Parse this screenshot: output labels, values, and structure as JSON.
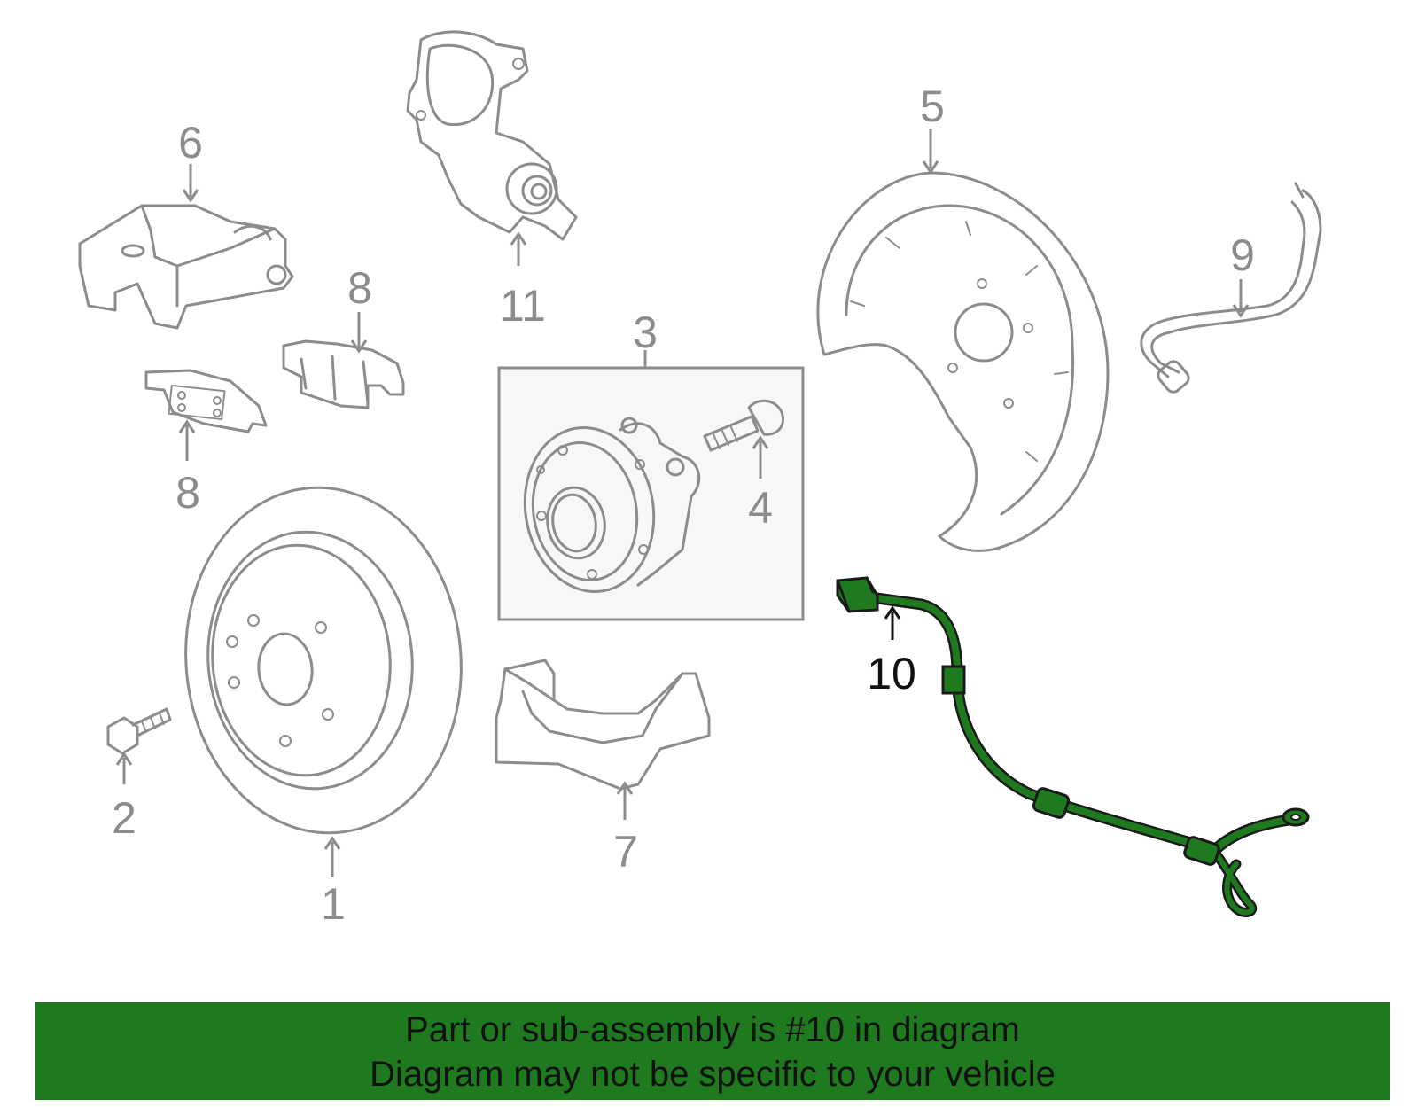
{
  "colors": {
    "part_stroke": "#8c8c8c",
    "highlight_fill": "#1f7a1f",
    "highlight_stroke": "#1a1a1a",
    "banner_bg": "#1f7a1f",
    "subassembly_box_bg": "#f7f7f7"
  },
  "callouts": [
    {
      "id": "1",
      "text": "1",
      "highlighted": false
    },
    {
      "id": "2",
      "text": "2",
      "highlighted": false
    },
    {
      "id": "3",
      "text": "3",
      "highlighted": false
    },
    {
      "id": "4",
      "text": "4",
      "highlighted": false
    },
    {
      "id": "5",
      "text": "5",
      "highlighted": false
    },
    {
      "id": "6",
      "text": "6",
      "highlighted": false
    },
    {
      "id": "7",
      "text": "7",
      "highlighted": false
    },
    {
      "id": "8a",
      "text": "8",
      "highlighted": false
    },
    {
      "id": "8b",
      "text": "8",
      "highlighted": false
    },
    {
      "id": "9",
      "text": "9",
      "highlighted": false
    },
    {
      "id": "10",
      "text": "10",
      "highlighted": true
    },
    {
      "id": "11",
      "text": "11",
      "highlighted": false
    }
  ],
  "banner": {
    "line1": "Part or sub-assembly is #10 in diagram",
    "line2": "Diagram may not be specific to your vehicle"
  }
}
